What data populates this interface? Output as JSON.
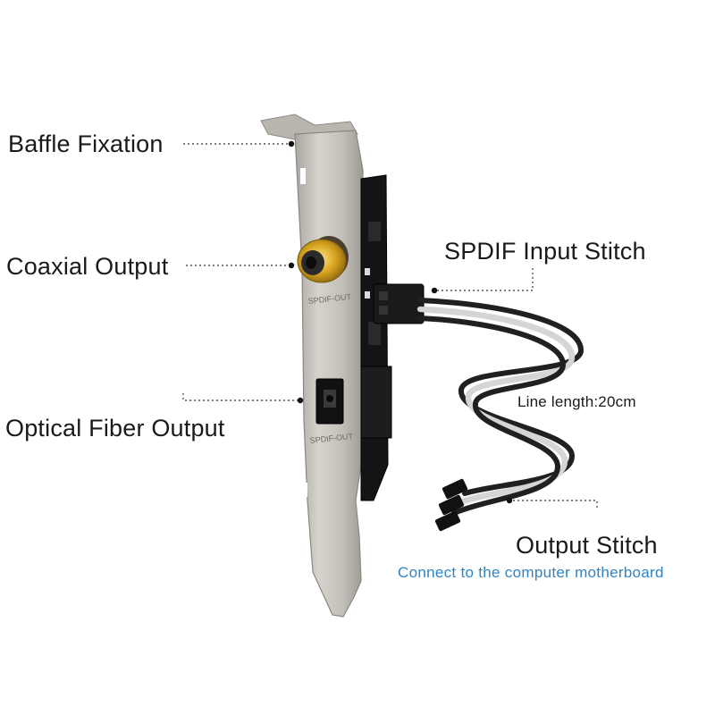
{
  "labels": {
    "baffle_fixation": "Baffle Fixation",
    "coaxial_output": "Coaxial Output",
    "optical_fiber_output": "Optical Fiber Output",
    "spdif_input_stitch": "SPDIF Input Stitch",
    "line_length": "Line length:20cm",
    "output_stitch": "Output Stitch",
    "connect_note": "Connect to the computer motherboard"
  },
  "bracket_print": {
    "coax_marking": "SPDIF-OUT",
    "optical_marking": "SPDIF-OUT"
  },
  "colors": {
    "bracket": "#c9c6c0",
    "pcb": "#141414",
    "rca_gold": "#d9a520",
    "note_blue": "#2f84c4",
    "leader_line": "#555555"
  }
}
